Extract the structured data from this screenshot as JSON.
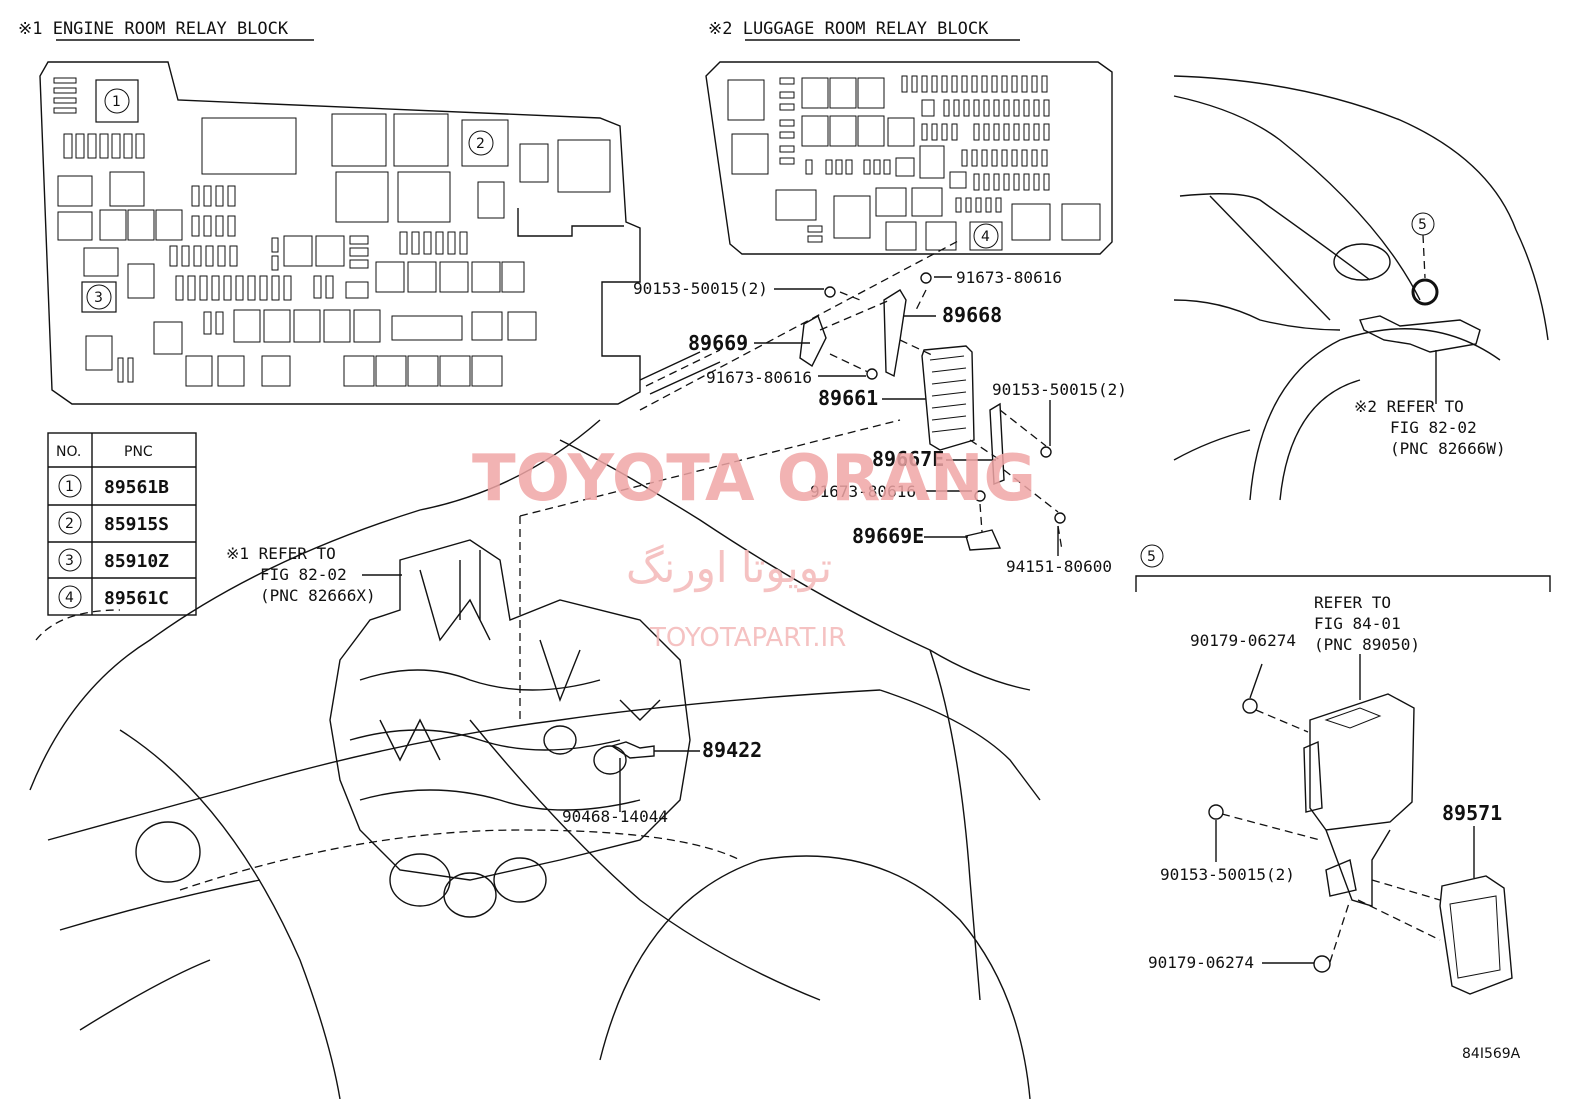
{
  "headers": {
    "engine_block": "※1 ENGINE ROOM RELAY BLOCK",
    "luggage_block": "※2 LUGGAGE ROOM RELAY BLOCK"
  },
  "table": {
    "col_no": "NO.",
    "col_pnc": "PNC",
    "rows": [
      {
        "no": "1",
        "pnc": "89561B"
      },
      {
        "no": "2",
        "pnc": "85915S"
      },
      {
        "no": "3",
        "pnc": "85910Z"
      },
      {
        "no": "4",
        "pnc": "89561C"
      }
    ]
  },
  "callouts": {
    "c1": "1",
    "c2": "2",
    "c3": "3",
    "c4": "4",
    "c5": "5"
  },
  "parts": {
    "p_90153_a": "90153-50015(2)",
    "p_91673_a": "91673-80616",
    "p_89668": "89668",
    "p_89669": "89669",
    "p_91673_b": "91673-80616",
    "p_89661": "89661",
    "p_90153_b": "90153-50015(2)",
    "p_89667e": "89667E",
    "p_91673_c": "91673-80616",
    "p_89669e": "89669E",
    "p_94151": "94151-80600",
    "p_89422": "89422",
    "p_90468": "90468-14044",
    "p_90179_a": "90179-06274",
    "p_90153_c": "90153-50015(2)",
    "p_90179_b": "90179-06274",
    "p_89571": "89571"
  },
  "refs": {
    "ref1": [
      "※1 REFER TO",
      "FIG 82-02",
      "(PNC 82666X)"
    ],
    "ref2": [
      "※2 REFER TO",
      "FIG 82-02",
      "(PNC 82666W)"
    ],
    "ref3": [
      "REFER TO",
      "FIG 84-01",
      "(PNC 89050)"
    ]
  },
  "watermark": {
    "brand": "TOYOTA ORANG",
    "persian": "تویوتا اورنگ",
    "url": "TOYOTAPART.IR"
  },
  "figure_code": "84I569A"
}
